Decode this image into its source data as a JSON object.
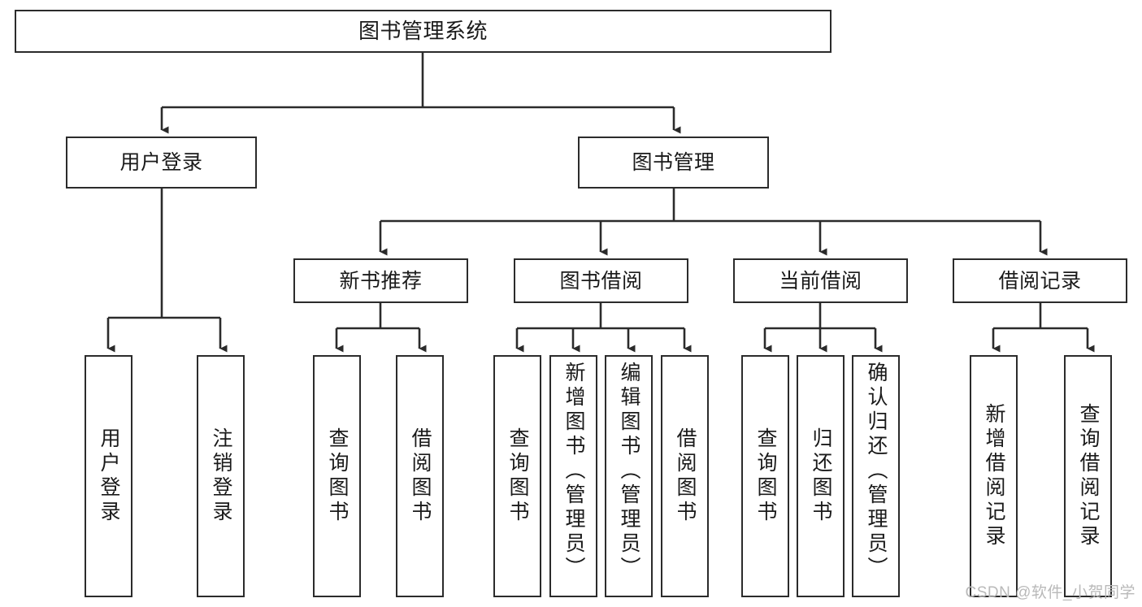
{
  "diagram": {
    "title": "图书管理系统",
    "type": "tree-hierarchy",
    "watermark": "CSDN @软件_小贺同学",
    "colors": {
      "box_border": "#2b2b2b",
      "box_fill": "#ffffff",
      "text": "#1a1a1a",
      "edge": "#2b2b2b",
      "watermark": "#b9b9b9",
      "background": "#ffffff"
    },
    "levels": {
      "root": {
        "label": "图书管理系统"
      },
      "level2": [
        {
          "label": "用户登录"
        },
        {
          "label": "图书管理"
        }
      ],
      "level3": [
        {
          "label": "新书推荐"
        },
        {
          "label": "图书借阅"
        },
        {
          "label": "当前借阅"
        },
        {
          "label": "借阅记录"
        }
      ],
      "leaves": {
        "user_login": [
          {
            "label": "用户登录"
          },
          {
            "label": "注销登录"
          }
        ],
        "new_book_recommend": [
          {
            "label": "查询图书"
          },
          {
            "label": "借阅图书"
          }
        ],
        "book_borrow": [
          {
            "label": "查询图书"
          },
          {
            "label": "新增图书（管理员）"
          },
          {
            "label": "编辑图书（管理员）"
          },
          {
            "label": "借阅图书"
          }
        ],
        "current_borrow": [
          {
            "label": "查询图书"
          },
          {
            "label": "归还图书"
          },
          {
            "label": "确认归还（管理员）"
          }
        ],
        "borrow_record": [
          {
            "label": "新增借阅记录"
          },
          {
            "label": "查询借阅记录"
          }
        ]
      }
    }
  }
}
